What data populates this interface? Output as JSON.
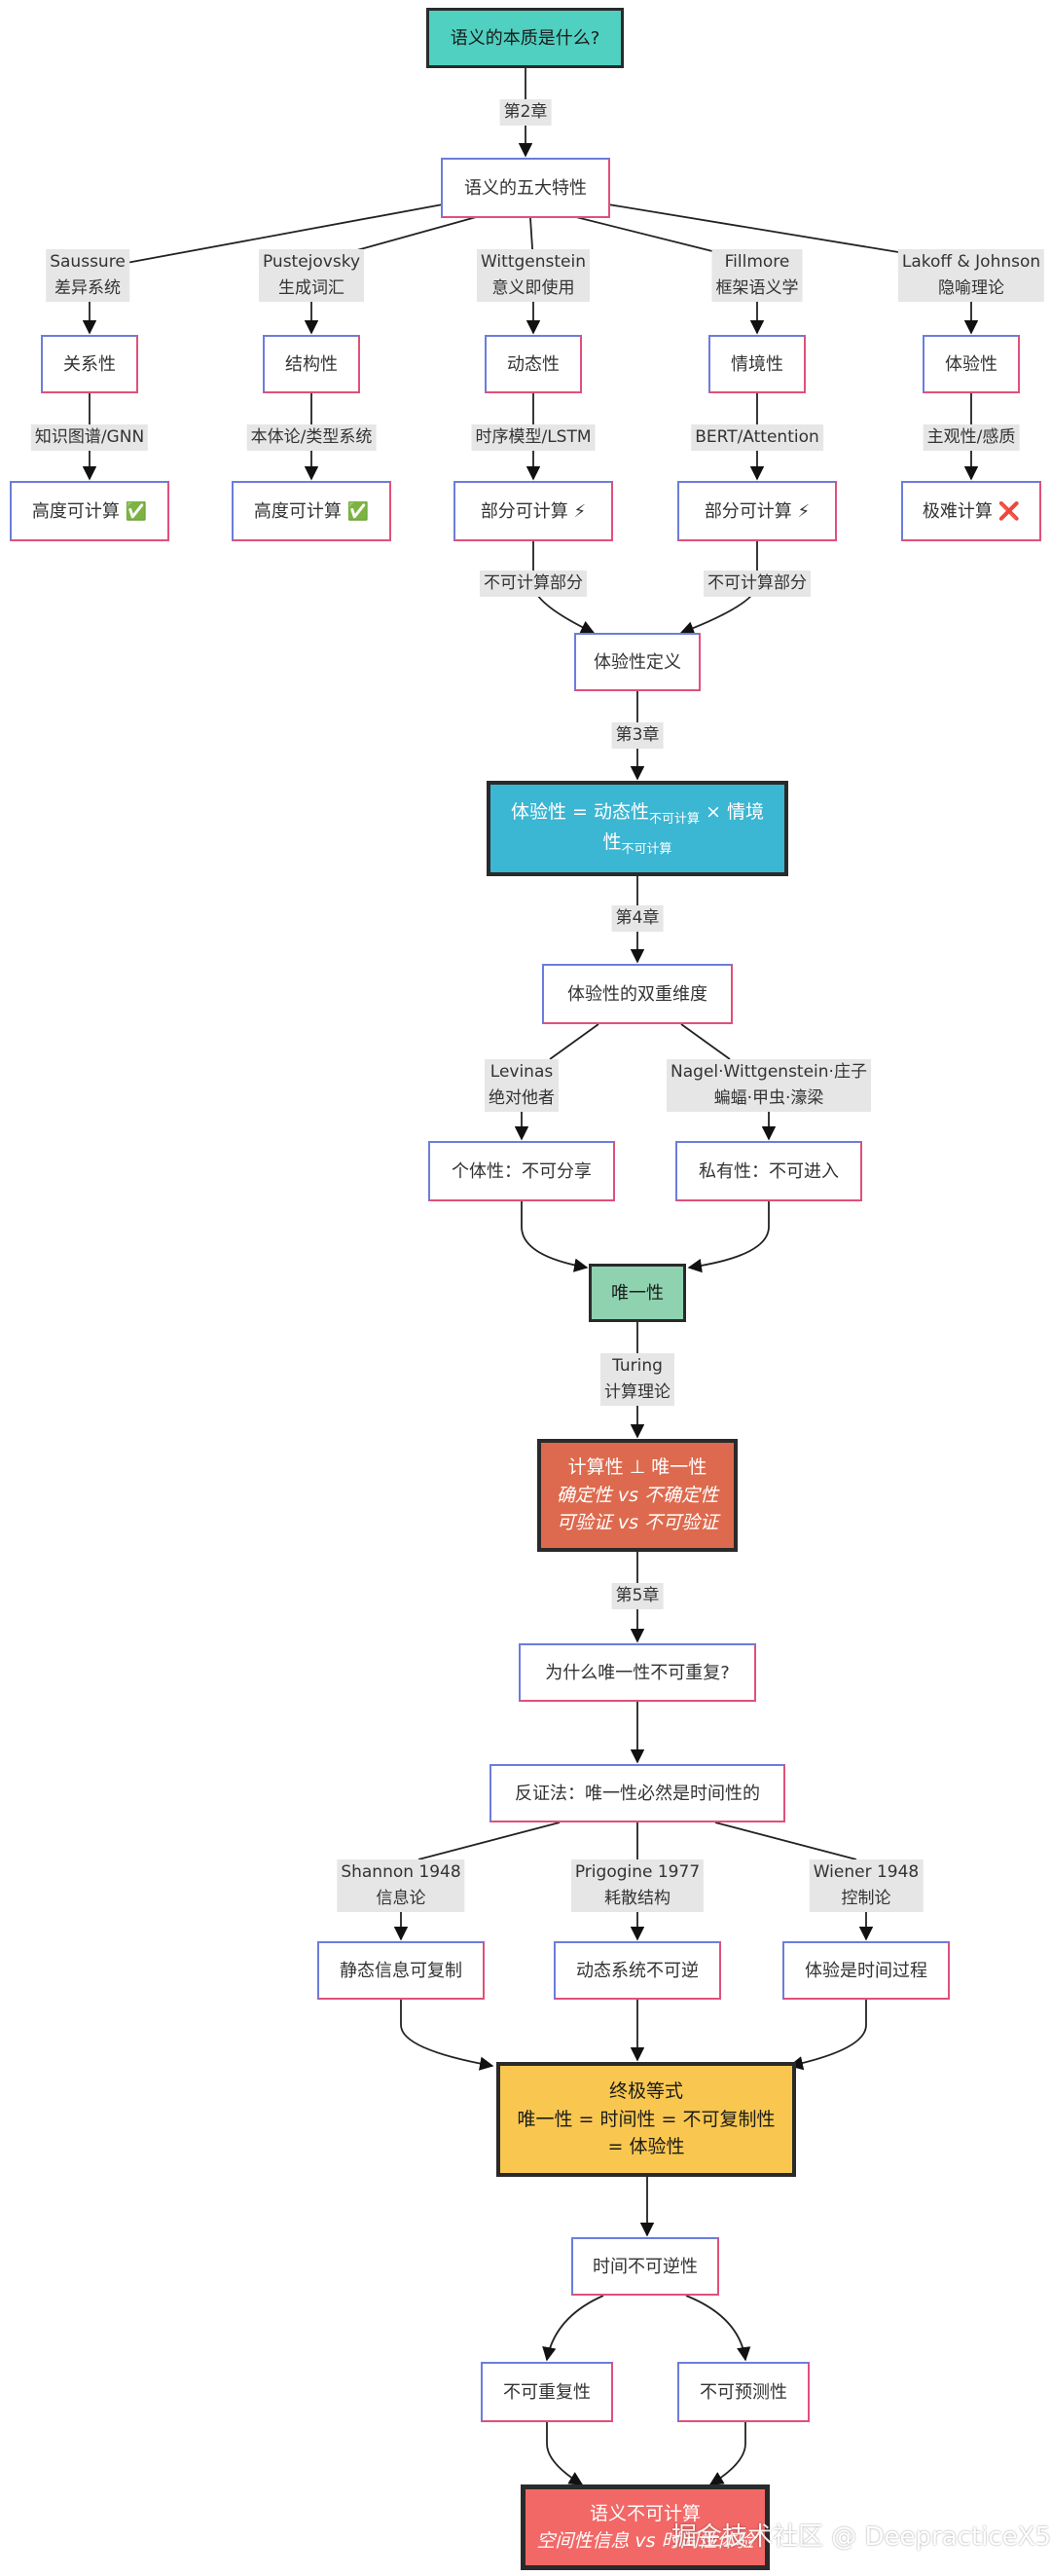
{
  "nodes": {
    "q_essence": "语义的本质是什么?",
    "five_traits": "语义的五大特性",
    "relational": "关系性",
    "structural": "结构性",
    "dynamic": "动态性",
    "situational": "情境性",
    "embodied": "体验性",
    "high_calc_1": "高度可计算 ✅",
    "high_calc_2": "高度可计算 ✅",
    "partial_calc_1": "部分可计算 ⚡",
    "partial_calc_2": "部分可计算 ⚡",
    "hard_calc": "极难计算 ❌",
    "embodied_def": "体验性定义",
    "formula_main": "体验性 = 动态性",
    "formula_sub1": "不可计算",
    "formula_mid": " × 情境",
    "formula_end": "性",
    "formula_sub2": "不可计算",
    "dual_dims": "体验性的双重维度",
    "individuality": "个体性：不可分享",
    "privacy": "私有性：不可进入",
    "uniqueness": "唯一性",
    "comp_line1": "计算性 ⊥ 唯一性",
    "comp_line2": "确定性 vs 不确定性",
    "comp_line3": "可验证 vs 不可验证",
    "why_unique": "为什么唯一性不可重复?",
    "proof": "反证法：唯一性必然是时间性的",
    "static_info": "静态信息可复制",
    "dynamic_sys": "动态系统不可逆",
    "experience_time": "体验是时间过程",
    "ultimate_line1": "终极等式",
    "ultimate_line2": "唯一性 = 时间性 = 不可复制性",
    "ultimate_line3": "= 体验性",
    "time_irrev": "时间不可逆性",
    "unrepeatable": "不可重复性",
    "unpredictable": "不可预测性",
    "final_line1": "语义不可计算",
    "final_line2": "空间性信息 vs 时间性体验"
  },
  "labels": {
    "ch2": "第2章",
    "saussure_1": "Saussure",
    "saussure_2": "差异系统",
    "pustejovsky_1": "Pustejovsky",
    "pustejovsky_2": "生成词汇",
    "wittgenstein_1": "Wittgenstein",
    "wittgenstein_2": "意义即使用",
    "fillmore_1": "Fillmore",
    "fillmore_2": "框架语义学",
    "lakoff_1": "Lakoff & Johnson",
    "lakoff_2": "隐喻理论",
    "kg_gnn": "知识图谱/GNN",
    "ontology": "本体论/类型系统",
    "timeseries": "时序模型/LSTM",
    "bert": "BERT/Attention",
    "subjectivity": "主观性/感质",
    "noncomp_1": "不可计算部分",
    "noncomp_2": "不可计算部分",
    "ch3": "第3章",
    "ch4": "第4章",
    "levinas_1": "Levinas",
    "levinas_2": "绝对他者",
    "nagel_1": "Nagel·Wittgenstein·庄子",
    "nagel_2": "蝙蝠·甲虫·濠梁",
    "turing_1": "Turing",
    "turing_2": "计算理论",
    "ch5": "第5章",
    "shannon_1": "Shannon 1948",
    "shannon_2": "信息论",
    "prigogine_1": "Prigogine 1977",
    "prigogine_2": "耗散结构",
    "wiener_1": "Wiener 1948",
    "wiener_2": "控制论"
  },
  "watermark": "掘金技术社区 @ DeepracticeX5",
  "colors": {
    "teal": "#4fd0c0",
    "blue": "#3bb6d3",
    "green": "#8fd2b0",
    "orange": "#dd6a4e",
    "yellow": "#f9c750",
    "red": "#f26866",
    "border_blue": "#6b7ddd",
    "border_pink": "#e0507a"
  }
}
